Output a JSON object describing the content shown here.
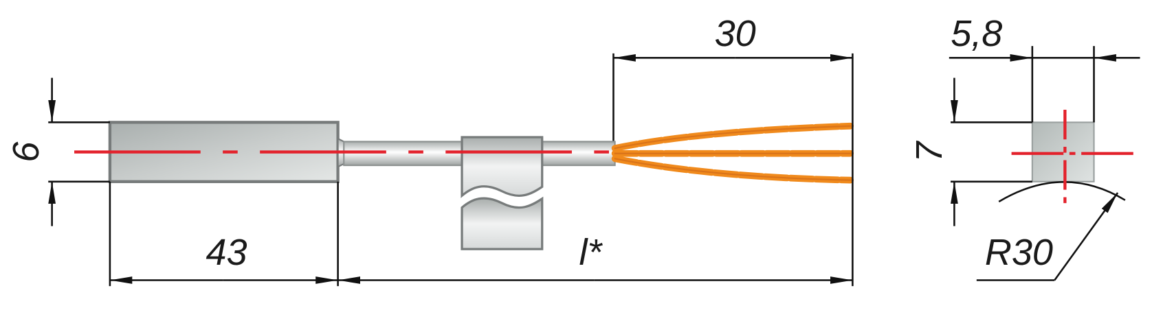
{
  "drawing": {
    "dimensions": {
      "sleeve_diameter": "6",
      "sleeve_length": "43",
      "length": "l*",
      "lead_length": "30",
      "width": "5,8",
      "height": "7",
      "radius": "R30"
    },
    "colors": {
      "centerline": "#e3212b",
      "wire": "#f08a1c",
      "metal": "#c4c8c8",
      "outline": "#777b7b"
    }
  }
}
